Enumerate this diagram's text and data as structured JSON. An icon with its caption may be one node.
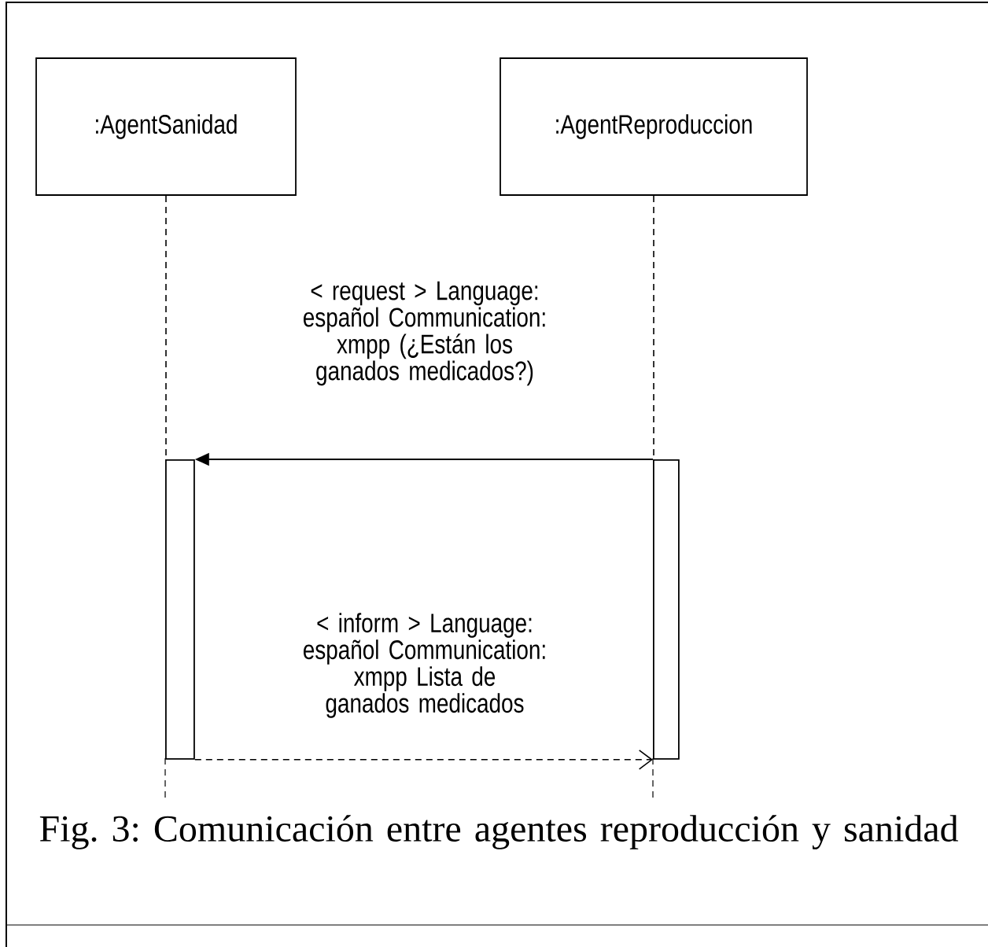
{
  "diagram": {
    "caption": "Fig. 3: Comunicación entre agentes reproducción y sanidad",
    "nodes": [
      {
        "text": [
          ":AgentSanidad"
        ]
      },
      {
        "text": [
          ":AgentReproduccion"
        ]
      },
      {
        "text": [],
        "shape": "bar"
      },
      {
        "text": [],
        "shape": "bar"
      }
    ],
    "edges": [
      {
        "from": 0,
        "to": 2,
        "arrow": "none",
        "style": "dashed"
      },
      {
        "from": 1,
        "to": 3,
        "arrow": "none",
        "style": "dashed"
      },
      {
        "from": 3,
        "to": 2,
        "arrow": "to",
        "label": "< request > Language: español Communication: xmpp (¿Están los ganados medicados?)"
      },
      {
        "from": 2,
        "to": 3,
        "arrow": "to",
        "style": "dashed",
        "label": "< inform > Language: español Communication: xmpp Lista de ganados medicados"
      }
    ]
  }
}
